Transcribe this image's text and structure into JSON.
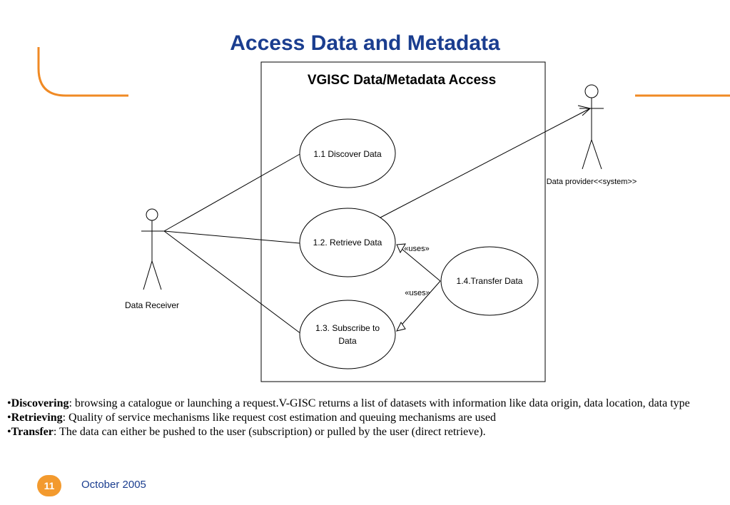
{
  "slide": {
    "title": "Access Data and Metadata",
    "page_number": "11",
    "date": "October 2005"
  },
  "diagram": {
    "system_title": "VGISC Data/Metadata Access",
    "actors": {
      "receiver": "Data Receiver",
      "provider": "Data provider<<system>>"
    },
    "use_cases": {
      "discover": "1.1 Discover Data",
      "retrieve": "1.2. Retrieve Data",
      "subscribe_line1": "1.3. Subscribe to",
      "subscribe_line2": "Data",
      "transfer": "1.4.Transfer Data"
    },
    "relations": {
      "uses_top": "«uses»",
      "uses_bottom": "«uses»"
    }
  },
  "bullets": [
    {
      "term": "Discovering",
      "text": ": browsing a catalogue or launching a request.V-GISC returns a list of datasets with information like data origin, data location, data type"
    },
    {
      "term": "Retrieving",
      "text": ": Quality of service mechanisms like request cost estimation and queuing mechanisms are used"
    },
    {
      "term": "Transfer",
      "text": ": The data can either be pushed to the user (subscription) or pulled by the user (direct retrieve)."
    }
  ],
  "colors": {
    "accent_orange": "#f08a24",
    "title_blue": "#1a3d8f",
    "badge_orange": "#f39a2e"
  }
}
